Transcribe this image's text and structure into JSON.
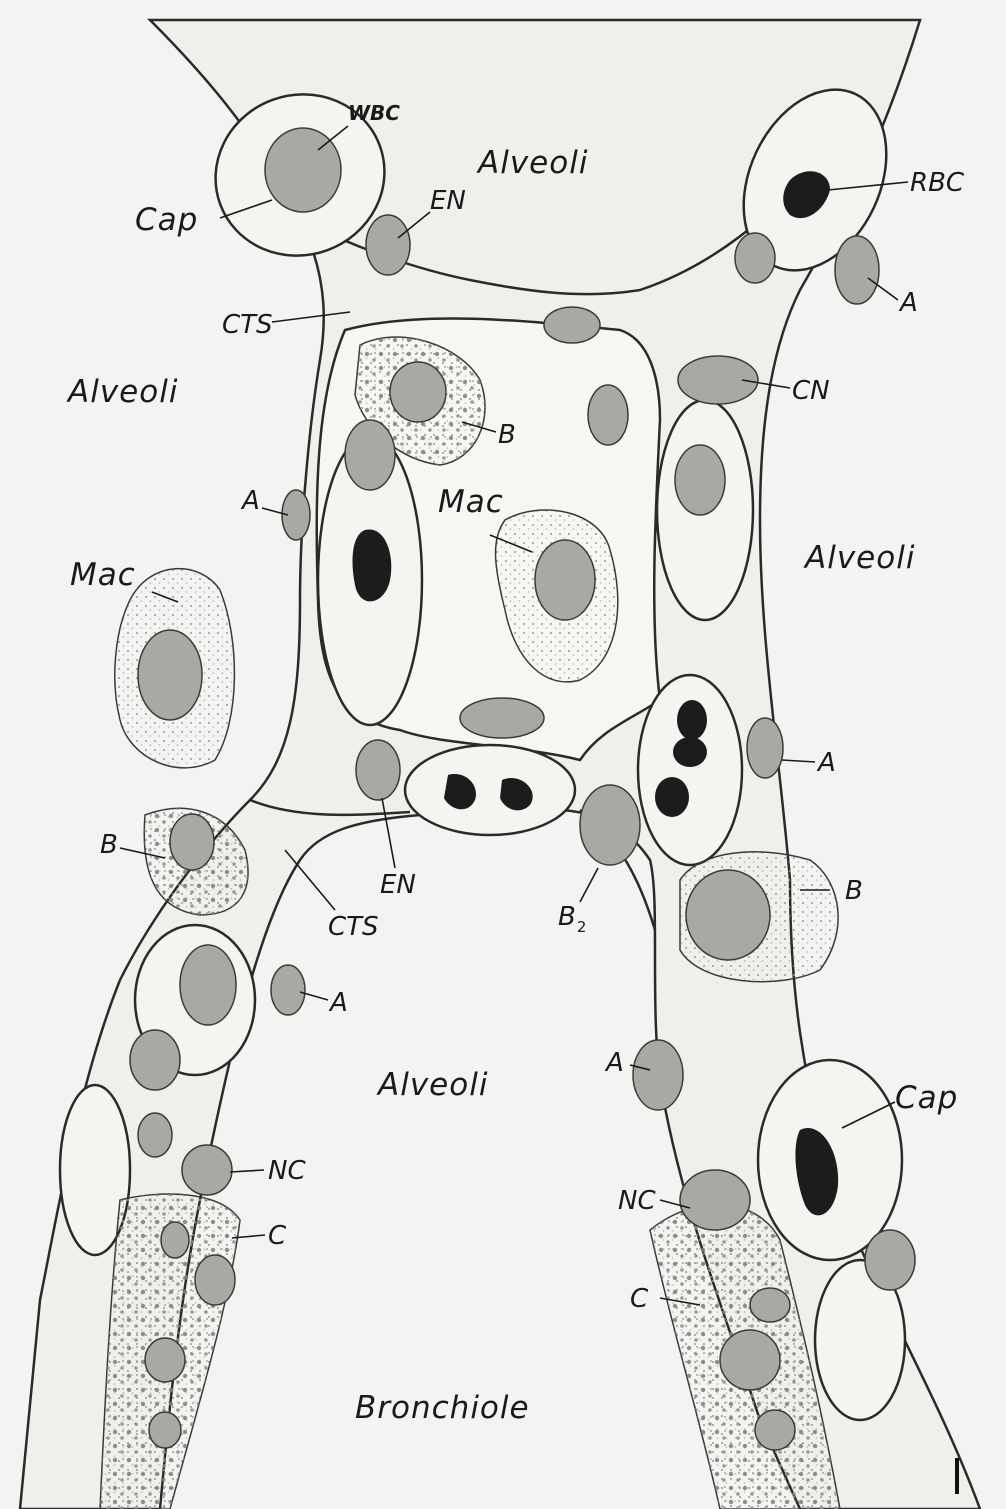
{
  "labels": {
    "alveoli_top": "Alveoli",
    "alveoli_left": "Alveoli",
    "alveoli_right": "Alveoli",
    "alveoli_bottom": "Alveoli",
    "bronchiole": "Bronchiole",
    "wbc": "WBC",
    "rbc": "RBC",
    "cap_top": "Cap",
    "cap_bottom": "Cap",
    "en_top": "EN",
    "en_mid": "EN",
    "cts_top": "CTS",
    "cts_mid": "CTS",
    "cn": "CN",
    "a_top_right": "A",
    "a_left": "A",
    "a_mid_right": "A",
    "a_center": "A",
    "a_bottom_right": "A",
    "b_top": "B",
    "b_left": "B",
    "b_right": "B",
    "b2_main": "B",
    "b2_sub": "2",
    "mac_left": "Mac",
    "mac_center": "Mac",
    "nc_left": "NC",
    "nc_right": "NC",
    "c_left": "C",
    "c_right": "C"
  },
  "colors": {
    "background": "#f3f3f1",
    "ink": "#1a1a1a",
    "cytoplasm": "#e4e4e0",
    "nucleus": "#a9a9a3",
    "rbc_dark": "#1c1c1c"
  }
}
